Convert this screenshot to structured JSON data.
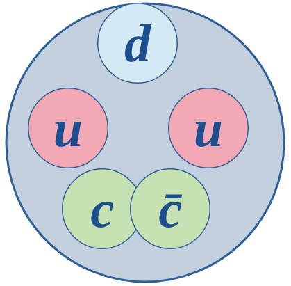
{
  "diagram": {
    "nodes": [
      {
        "text": [
          "d"
        ]
      },
      {
        "text": [
          "u"
        ]
      },
      {
        "text": [
          "u"
        ]
      },
      {
        "text": [
          "c"
        ]
      },
      {
        "text": [
          "c̄"
        ]
      }
    ]
  }
}
